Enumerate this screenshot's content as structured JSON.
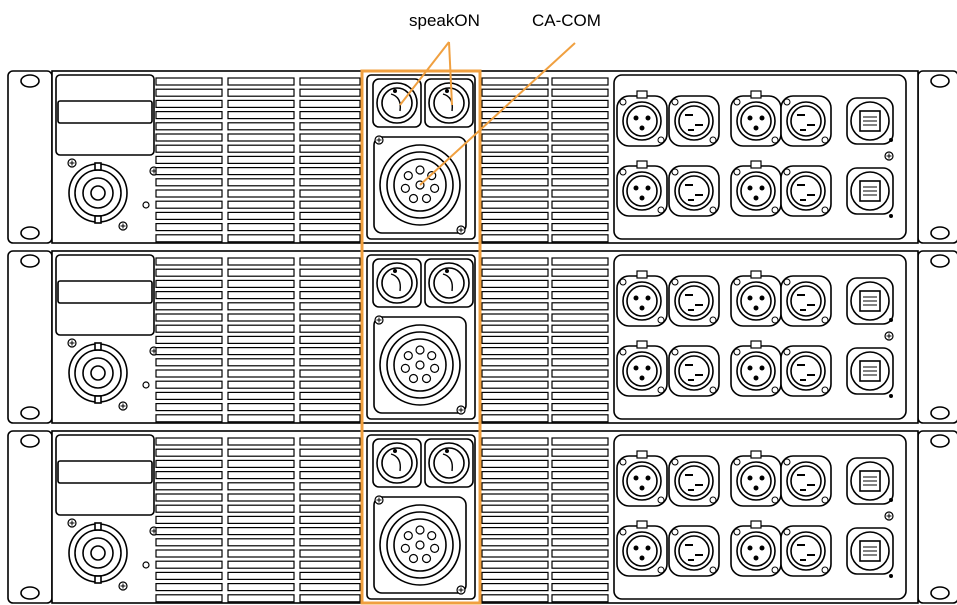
{
  "callouts": {
    "speakon": "speakON",
    "cacom": "CA-COM"
  },
  "colors": {
    "highlight": "#f0a040",
    "ink": "#000000",
    "panel": "#ffffff"
  },
  "icons": {
    "power_connector": "powercon-inlet-icon",
    "speakon_connector": "speakon-socket-icon",
    "cacom_connector": "ca-com-multipin-icon",
    "xlr_female": "xlr-female-icon",
    "xlr_male": "xlr-male-icon",
    "ethercon": "ethercon-rj45-icon"
  },
  "units": [
    {
      "id": "amp-1"
    },
    {
      "id": "amp-2"
    },
    {
      "id": "amp-3"
    }
  ]
}
